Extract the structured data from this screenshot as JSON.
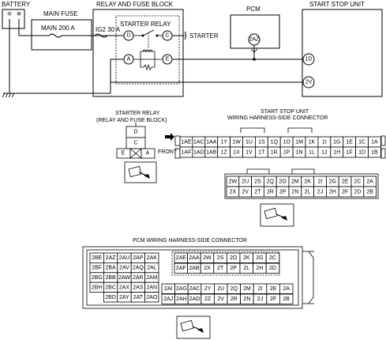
{
  "wiring": {
    "battery_label": "BATTERY",
    "battery_minus": "⊖",
    "battery_plus": "⊕",
    "main_fuse_title": "MAIN FUSE",
    "main_fuse_name": "MAIN 200 A",
    "relay_block_title": "RELAY AND FUSE BLOCK",
    "starter_relay_title": "STARTER RELAY",
    "ig2_label": "IG2 30 A",
    "pin_d": "D",
    "pin_c": "C",
    "pin_a": "A",
    "pin_e": "E",
    "starter_label": "STARTER",
    "pcm_title": "PCM",
    "pcm_pin": "2AZ",
    "ssu_title": "START STOP UNIT",
    "ssu_pin_1d": "1D",
    "ssu_pin_2v": "2V"
  },
  "relay_connector": {
    "title_line1": "STARTER RELAY",
    "title_line2": "(RELAY AND FUSE BLOCK)",
    "pins": [
      "D",
      "C",
      "E",
      "A"
    ],
    "front_label": "FRONT"
  },
  "ssu_connector": {
    "title_line1": "START STOP UNIT",
    "title_line2": "WIRING HARNESS-SIDE CONNECTOR",
    "row1": [
      "1AE",
      "1AC",
      "1AA",
      "1Y",
      "1W",
      "1U",
      "1S",
      "1Q",
      "1O",
      "1M",
      "1K",
      "1I",
      "1G",
      "1E",
      "1C",
      "1A"
    ],
    "row2": [
      "1AF",
      "1AD",
      "1AB",
      "1Z",
      "1X",
      "1V",
      "1T",
      "1R",
      "1P",
      "1N",
      "1L",
      "1J",
      "1H",
      "1F",
      "1D",
      "1B"
    ],
    "row3": [
      "2W",
      "2U",
      "2S",
      "2Q",
      "2O",
      "2M",
      "2K",
      "2I",
      "2G",
      "2E",
      "2C",
      "2A"
    ],
    "row4": [
      "2X",
      "2V",
      "2T",
      "2R",
      "2P",
      "2N",
      "2L",
      "2J",
      "2H",
      "2F",
      "2D",
      "2B"
    ]
  },
  "pcm_connector": {
    "title": "PCM WIRING HARNESS-SIDE CONNECTOR",
    "left_block": [
      [
        "2BE",
        "2AZ",
        "2AU",
        "2AP",
        "2AK"
      ],
      [
        "2BF",
        "2BA",
        "2AV",
        "2AQ",
        "2AL"
      ],
      [
        "2BG",
        "2BB",
        "2AW",
        "2AR",
        "2AM"
      ],
      [
        "2BH",
        "2BC",
        "2AX",
        "2AS",
        "2AN"
      ],
      [
        "",
        "2BD",
        "2AY",
        "2AT",
        "2AO"
      ]
    ],
    "dashed_row1": [
      "2AE",
      "2AA",
      "2W",
      "2S",
      "2O",
      "2K",
      "2G",
      "2C"
    ],
    "dashed_row2": [
      "2AF",
      "2AB",
      "2X",
      "2T",
      "2P",
      "2L",
      "2H",
      "2D"
    ],
    "lower_row1": [
      "2AI",
      "2AG",
      "2AC",
      "2Y",
      "2U",
      "2Q",
      "2M",
      "2I",
      "2E",
      "2A"
    ],
    "lower_row2": [
      "2AJ",
      "2AH",
      "2AD",
      "2Z",
      "2V",
      "2R",
      "2N",
      "2J",
      "2F",
      "2B"
    ]
  }
}
